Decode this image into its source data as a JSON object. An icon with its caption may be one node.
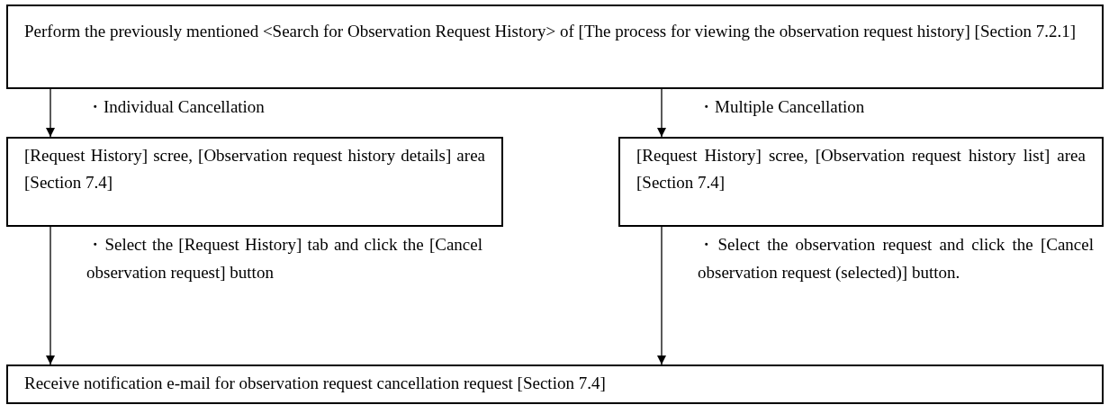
{
  "diagram": {
    "nodes": [
      {
        "text": [
          "Perform the previously mentioned <Search for Observation Request History> of [The process for viewing the observation request history] [Section 7.2.1]"
        ]
      },
      {
        "text": [
          "[Request History] scree, [Observation request history details] area [Section 7.4]"
        ]
      },
      {
        "text": [
          "[Request History] scree, [Observation request history list] area [Section 7.4]"
        ]
      },
      {
        "text": [
          "Receive notification e-mail for observation request cancellation request [Section 7.4]"
        ]
      }
    ],
    "edges": [
      {
        "from": 0,
        "to": 1,
        "arrow": "to",
        "label": "・Individual Cancellation"
      },
      {
        "from": 0,
        "to": 2,
        "arrow": "to",
        "label": "・Multiple Cancellation"
      },
      {
        "from": 1,
        "to": 3,
        "arrow": "to",
        "label": "・Select the [Request History] tab and click the [Cancel observation request] button"
      },
      {
        "from": 2,
        "to": 3,
        "arrow": "to",
        "label": "・Select the observation request and click the [Cancel observation request (selected)] button."
      }
    ]
  }
}
